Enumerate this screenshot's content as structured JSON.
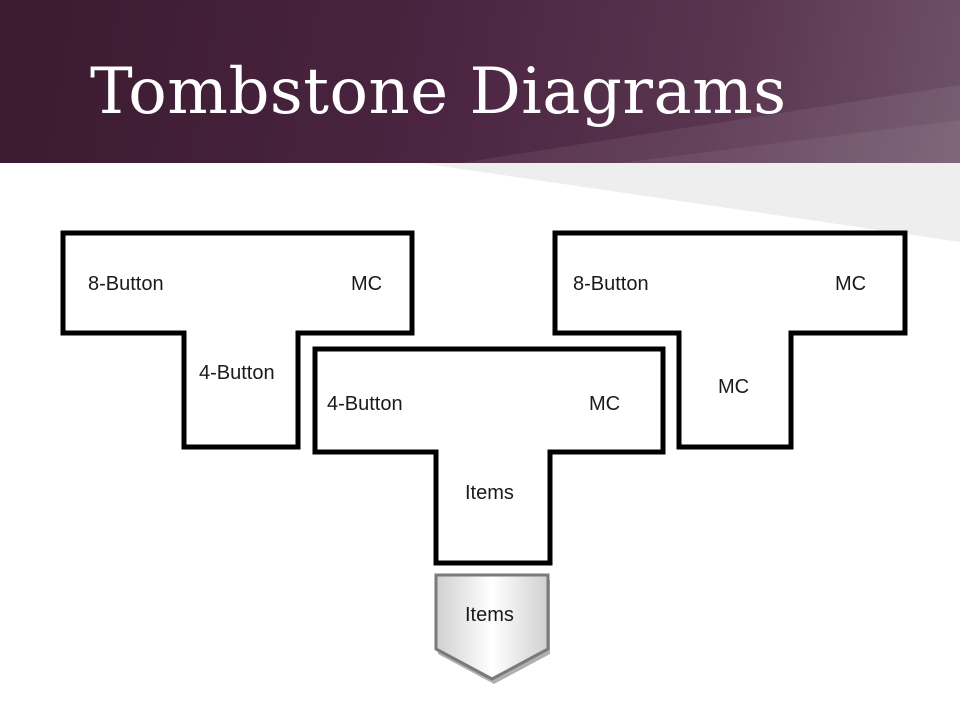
{
  "slide": {
    "title": "Tombstone Diagrams",
    "theme_colors": {
      "header_dark": "#3a1b2f",
      "header_light": "#6e5268",
      "outline": "#000000",
      "title_text": "#ffffff"
    }
  },
  "diagram": {
    "left_t": {
      "left_label": "8-Button",
      "right_label": "MC",
      "stem_label": "4-Button"
    },
    "middle_t": {
      "left_label": "4-Button",
      "right_label": "MC",
      "stem_label": "Items"
    },
    "right_t": {
      "left_label": "8-Button",
      "right_label": "MC",
      "stem_label": "MC"
    },
    "program": {
      "label": "Items"
    }
  }
}
